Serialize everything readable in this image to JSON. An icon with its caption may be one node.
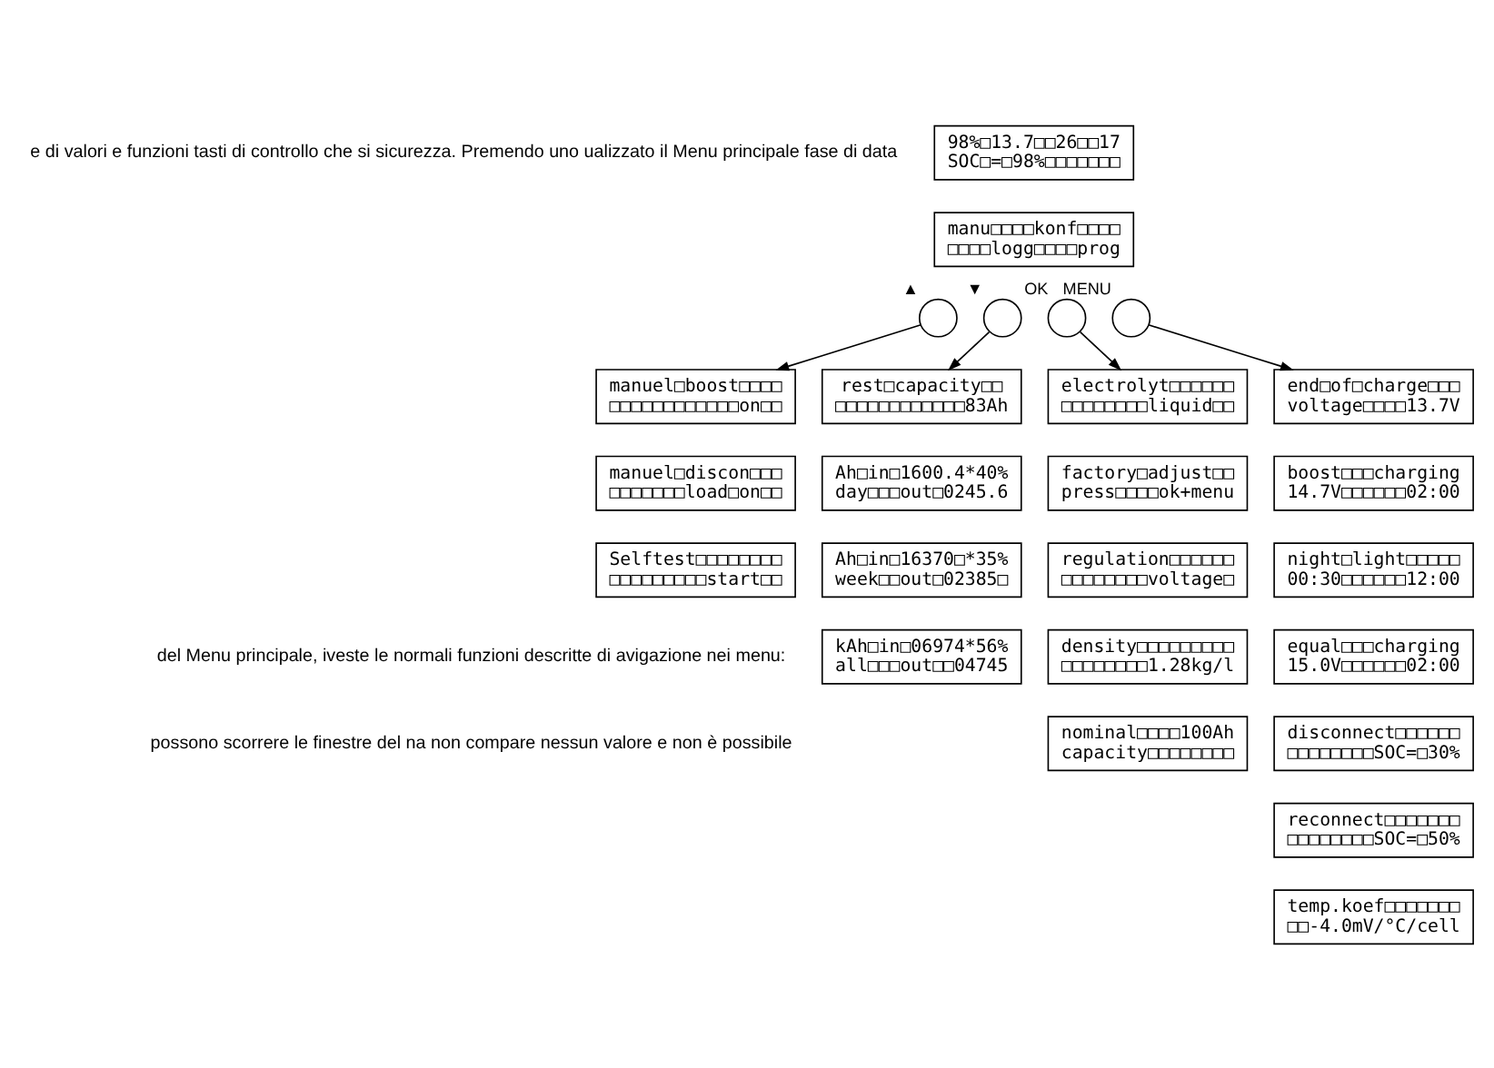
{
  "diagram": {
    "nodes": [
      {
        "text": [
          "98%□13.7□□26□□17",
          "SOC□=□98%□□□□□□□"
        ]
      },
      {
        "text": [
          "manu□□□□konf□□□□",
          "□□□□logg□□□□prog"
        ]
      },
      {
        "text": [],
        "shape": "circle",
        "beside": [
          "▲"
        ]
      },
      {
        "text": [],
        "shape": "circle",
        "beside": [
          "▼"
        ]
      },
      {
        "text": [],
        "shape": "circle",
        "beside": [
          "OK"
        ]
      },
      {
        "text": [],
        "shape": "circle",
        "beside": [
          "MENU"
        ]
      },
      {
        "text": [
          "manuel□boost□□□□",
          "□□□□□□□□□□□□on□□"
        ]
      },
      {
        "text": [
          "manuel□discon□□□",
          "□□□□□□□load□on□□"
        ]
      },
      {
        "text": [
          "Selftest□□□□□□□□",
          "□□□□□□□□□start□□"
        ]
      },
      {
        "text": [
          "rest□capacity□□",
          "□□□□□□□□□□□□83Ah"
        ]
      },
      {
        "text": [
          "Ah□in□1600.4*40%",
          "day□□□out□0245.6"
        ]
      },
      {
        "text": [
          "Ah□in□16370□*35%",
          "week□□out□02385□"
        ]
      },
      {
        "text": [
          "kAh□in□06974*56%",
          "all□□□out□□04745"
        ]
      },
      {
        "text": [
          "electrolyt□□□□□□",
          "□□□□□□□□liquid□□"
        ]
      },
      {
        "text": [
          "factory□adjust□□",
          "press□□□□ok+menu"
        ]
      },
      {
        "text": [
          "regulation□□□□□□",
          "□□□□□□□□voltage□"
        ]
      },
      {
        "text": [
          "density□□□□□□□□□",
          "□□□□□□□□1.28kg/l"
        ]
      },
      {
        "text": [
          "nominal□□□□100Ah",
          "capacity□□□□□□□□"
        ]
      },
      {
        "text": [
          "end□of□charge□□□",
          "voltage□□□□13.7V"
        ]
      },
      {
        "text": [
          "boost□□□charging",
          "14.7V□□□□□□02:00"
        ]
      },
      {
        "text": [
          "night□light□□□□□",
          "00:30□□□□□□12:00"
        ]
      },
      {
        "text": [
          "equal□□□charging",
          "15.0V□□□□□□02:00"
        ]
      },
      {
        "text": [
          "disconnect□□□□□□",
          "□□□□□□□□SOC=□30%"
        ]
      },
      {
        "text": [
          "reconnect□□□□□□□",
          "□□□□□□□□SOC=□50%"
        ]
      },
      {
        "text": [
          "temp.koef□□□□□□□",
          "□□-4.0mV/°C/cell"
        ]
      }
    ],
    "edges": [
      {
        "from": 2,
        "to": 6,
        "arrow": "to"
      },
      {
        "from": 3,
        "to": 9,
        "arrow": "to"
      },
      {
        "from": 4,
        "to": 13,
        "arrow": "to"
      },
      {
        "from": 5,
        "to": 18,
        "arrow": "to"
      }
    ],
    "labels": [
      "e di valori e funzioni tasti di controllo che si sicurezza. Premendo uno ualizzato il Menu principale fase di data",
      "del Menu principale, iveste le normali funzioni descritte di avigazione nei menu:",
      "possono scorrere le finestre del na non compare nessun valore e non è possibile"
    ]
  }
}
